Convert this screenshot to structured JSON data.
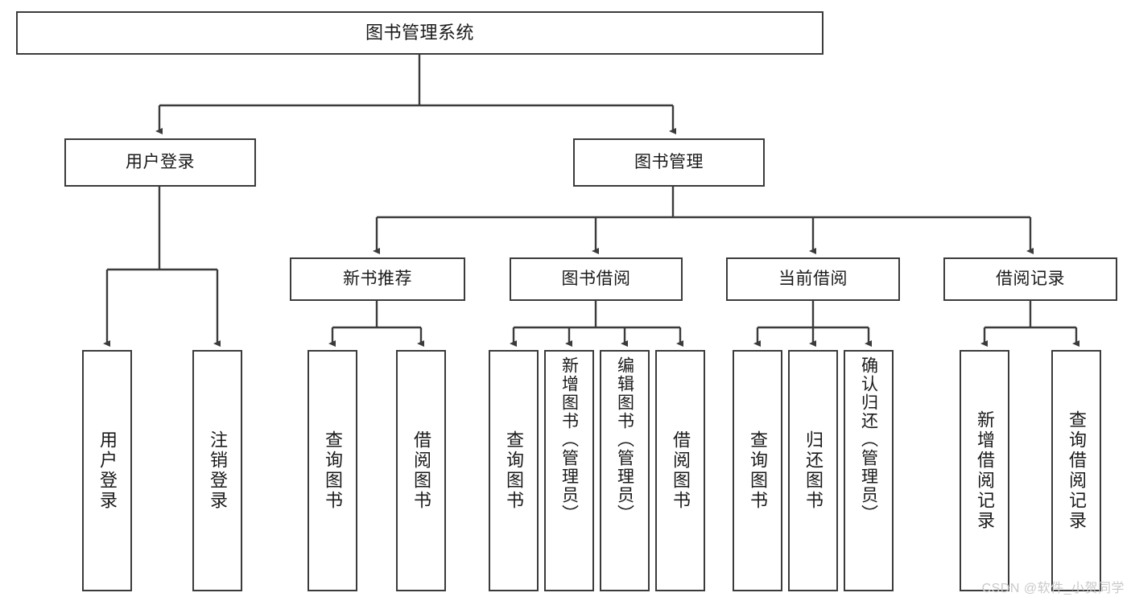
{
  "diagram": {
    "title": "图书管理系统",
    "type": "tree",
    "watermark": "CSDN @软件_小贺同学",
    "stroke_color": "#3b3b3b",
    "fill_color": "#ffffff",
    "text_color": "#1a1a1a",
    "watermark_color": "#c9c9c9"
  },
  "nodes": {
    "root": {
      "label": "图书管理系统",
      "level": 1
    },
    "l2": [
      {
        "id": "user_login",
        "label": "用户登录",
        "level": 2
      },
      {
        "id": "book_mgmt",
        "label": "图书管理",
        "level": 2
      }
    ],
    "l3": [
      {
        "id": "new_book_rec",
        "label": "新书推荐",
        "level": 3,
        "parent": "book_mgmt"
      },
      {
        "id": "book_borrow",
        "label": "图书借阅",
        "level": 3,
        "parent": "book_mgmt"
      },
      {
        "id": "current_borrow",
        "label": "当前借阅",
        "level": 3,
        "parent": "book_mgmt"
      },
      {
        "id": "borrow_record",
        "label": "借阅记录",
        "level": 3,
        "parent": "book_mgmt"
      }
    ],
    "l4": [
      {
        "id": "leaf_user_login",
        "label": "用户登录",
        "level": 4,
        "parent": "user_login"
      },
      {
        "id": "leaf_user_logout",
        "label": "注销登录",
        "level": 4,
        "parent": "user_login"
      },
      {
        "id": "leaf_rec_query",
        "label": "查询图书",
        "level": 4,
        "parent": "new_book_rec"
      },
      {
        "id": "leaf_rec_borrow",
        "label": "借阅图书",
        "level": 4,
        "parent": "new_book_rec"
      },
      {
        "id": "leaf_bb_query",
        "label": "查询图书",
        "level": 4,
        "parent": "book_borrow"
      },
      {
        "id": "leaf_bb_add",
        "label": "新增图书（管理员）",
        "level": 4,
        "parent": "book_borrow"
      },
      {
        "id": "leaf_bb_edit",
        "label": "编辑图书（管理员）",
        "level": 4,
        "parent": "book_borrow"
      },
      {
        "id": "leaf_bb_borrow",
        "label": "借阅图书",
        "level": 4,
        "parent": "book_borrow"
      },
      {
        "id": "leaf_cb_query",
        "label": "查询图书",
        "level": 4,
        "parent": "current_borrow"
      },
      {
        "id": "leaf_cb_return",
        "label": "归还图书",
        "level": 4,
        "parent": "current_borrow"
      },
      {
        "id": "leaf_cb_confirm",
        "label": "确认归还（管理员）",
        "level": 4,
        "parent": "current_borrow"
      },
      {
        "id": "leaf_br_add",
        "label": "新增借阅记录",
        "level": 4,
        "parent": "borrow_record"
      },
      {
        "id": "leaf_br_query",
        "label": "查询借阅记录",
        "level": 4,
        "parent": "borrow_record"
      }
    ]
  }
}
